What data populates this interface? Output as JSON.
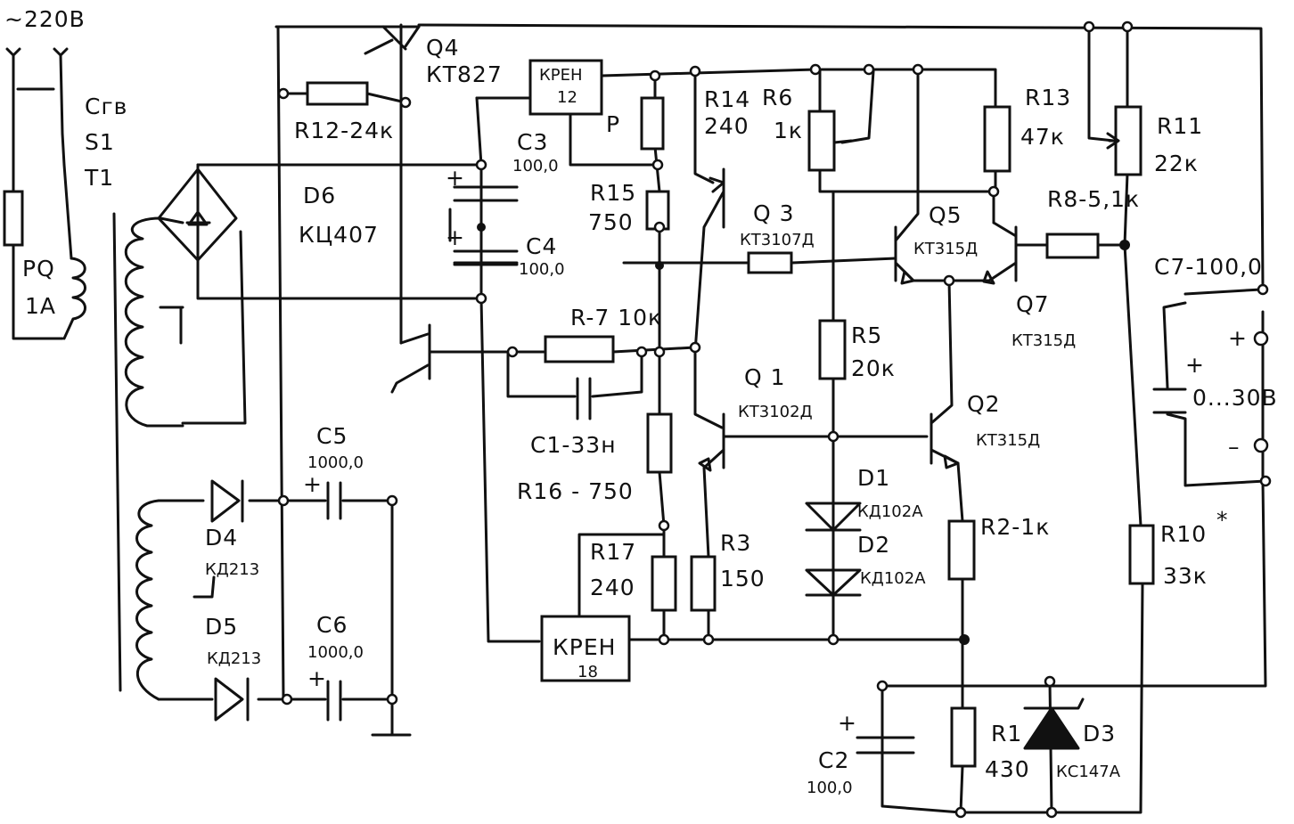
{
  "mains": {
    "voltage": "~220В",
    "switch_label": "Сгв",
    "switch_ref": "S1"
  },
  "transformer": {
    "ref": "T1"
  },
  "fuse": {
    "ref": "PQ",
    "value": "1A"
  },
  "components": {
    "D6": {
      "ref": "D6",
      "part": "КЦ407"
    },
    "Q4": {
      "ref": "Q4",
      "part": "КТ827"
    },
    "U1": {
      "line1": "КРЕН",
      "line2": "12"
    },
    "U2": {
      "line1": "КРЕН",
      "line2": "18"
    },
    "R12": {
      "ref": "R12-24к"
    },
    "C3": {
      "ref": "C3",
      "value": "100,0"
    },
    "C4": {
      "ref": "C4",
      "value": "100,0"
    },
    "P": {
      "ref": "P"
    },
    "R14": {
      "ref": "R14",
      "value": "240"
    },
    "R6": {
      "ref": "R6",
      "value": "1к"
    },
    "R13": {
      "ref": "R13",
      "value": "47к"
    },
    "R11": {
      "ref": "R11",
      "value": "22к"
    },
    "R15": {
      "ref": "R15",
      "value": "750"
    },
    "Q3": {
      "ref": "Q 3",
      "part": "КТ3107Д"
    },
    "Q5": {
      "ref": "Q5",
      "part": "КТ315Д"
    },
    "R8": {
      "ref": "R8-5,1к"
    },
    "Q7": {
      "ref": "Q7",
      "part": "КТ315Д"
    },
    "C7": {
      "ref": "C7-100,0"
    },
    "R7": {
      "ref": "R-7 10к"
    },
    "R5": {
      "ref": "R5",
      "value": "20к"
    },
    "C1": {
      "ref": "C1-33н"
    },
    "Q1": {
      "ref": "Q 1",
      "part": "КТ3102Д"
    },
    "Q2": {
      "ref": "Q2",
      "part": "КТ315Д"
    },
    "R16": {
      "ref": "R16 - 750"
    },
    "D1": {
      "ref": "D1",
      "part": "КД102А"
    },
    "D2": {
      "ref": "D2",
      "part": "КД102А"
    },
    "R2": {
      "ref": "R2-1к"
    },
    "R10": {
      "ref": "R10",
      "star": "*",
      "value": "33к"
    },
    "R17": {
      "ref": "R17",
      "value": "240"
    },
    "R3": {
      "ref": "R3",
      "value": "150"
    },
    "C5": {
      "ref": "C5",
      "value": "1000,0"
    },
    "C6": {
      "ref": "C6",
      "value": "1000,0"
    },
    "D4": {
      "ref": "D4",
      "part": "КД213"
    },
    "D5": {
      "ref": "D5",
      "part": "КД213"
    },
    "C2": {
      "ref": "C2",
      "value": "100,0"
    },
    "R1": {
      "ref": "R1",
      "value": "430"
    },
    "D3": {
      "ref": "D3",
      "part": "КС147А"
    }
  },
  "output": {
    "plus": "+",
    "minus": "–",
    "range": "0...30В"
  },
  "polarity_mark": "+"
}
